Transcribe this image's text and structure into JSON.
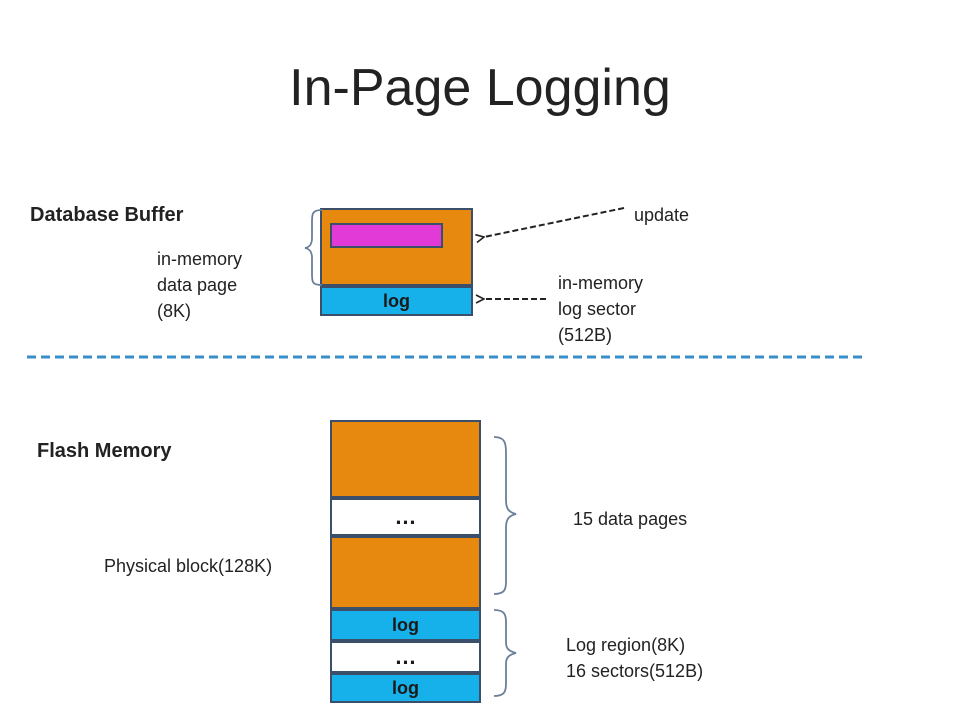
{
  "title": "In-Page Logging",
  "colors": {
    "data_page": "#e8890f",
    "log_sector": "#16b0ea",
    "update_region": "#e23ad6",
    "divider": "#3a8ec8",
    "border": "#3b4f6b"
  },
  "buffer": {
    "label": "Database Buffer",
    "data_page_note": [
      "in-memory",
      "data page",
      "(8K)"
    ],
    "log_label": "log",
    "update_label": "update",
    "log_sector_note": [
      "in-memory",
      "log sector",
      "(512B)"
    ]
  },
  "flash": {
    "label": "Flash Memory",
    "block_label": "Physical block(128K)",
    "ellipsis": "…",
    "log_label": "log",
    "data_pages_note": "15 data pages",
    "log_region_note": [
      "Log region(8K)",
      "16 sectors(512B)"
    ]
  }
}
